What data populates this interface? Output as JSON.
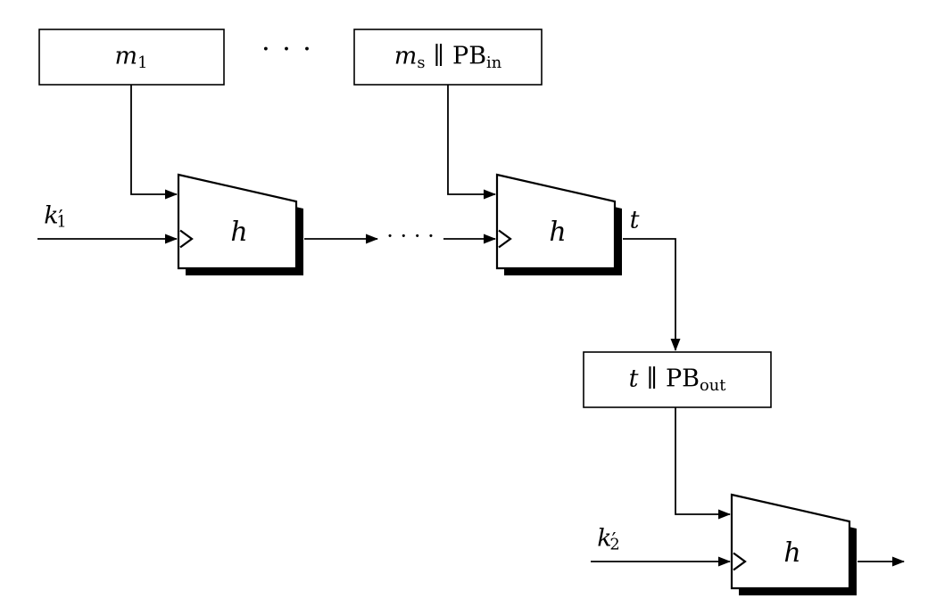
{
  "figure": {
    "box_m1": {
      "var": "m",
      "sub": "1"
    },
    "box_ms": {
      "var": "m",
      "sub": "s",
      "concat": "∥",
      "pb": "PB",
      "pb_sub": "in"
    },
    "box_t": {
      "var": "t",
      "concat": "∥",
      "pb": "PB",
      "pb_sub": "out"
    },
    "h1": "h",
    "h2": "h",
    "h3": "h",
    "k1": {
      "var": "k",
      "prime": "′",
      "sub": "1"
    },
    "k2": {
      "var": "k",
      "prime": "′",
      "sub": "2"
    },
    "t_wire": "t",
    "dots_top": "· · ·",
    "dots_chain": "· · · ·"
  }
}
